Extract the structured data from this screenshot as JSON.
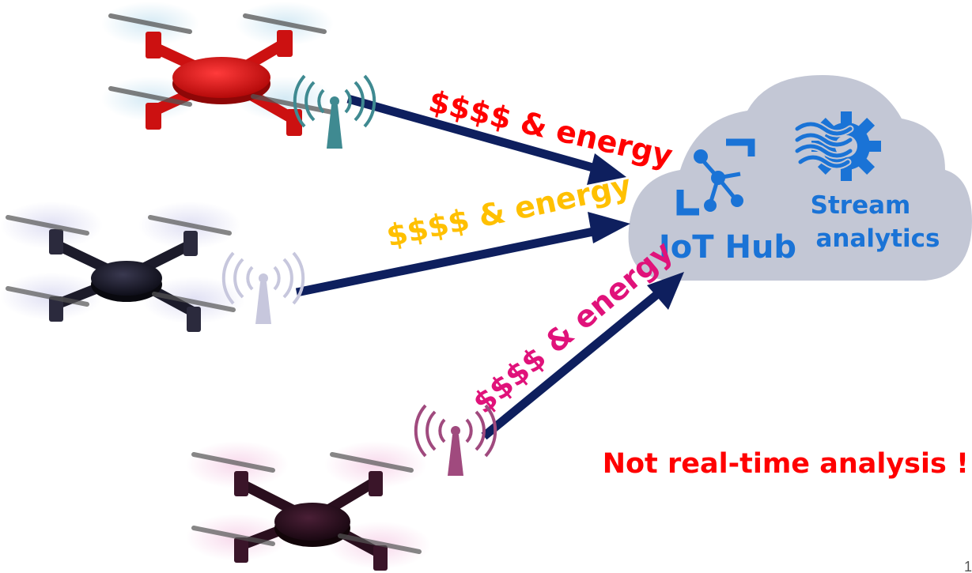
{
  "cloud": {
    "iot_hub_label": "IoT Hub",
    "stream_label_line1": "Stream",
    "stream_label_line2": "analytics",
    "text_color": "#1a73d6",
    "fill_color": "#c3c7d5"
  },
  "links": [
    {
      "id": "red",
      "label": "$$$$ & energy",
      "label_color": "#ff0000",
      "drone_color": "#cc1111",
      "tower_color": "#3f8a91",
      "glow_color": "#cfe7f3"
    },
    {
      "id": "dark",
      "label": "$$$$ & energy",
      "label_color": "#ffc000",
      "drone_color": "#1c1b2a",
      "tower_color": "#c7c7dd",
      "glow_color": "#dcdcf2"
    },
    {
      "id": "maroon",
      "label": "$$$$ & energy",
      "label_color": "#e0127a",
      "drone_color": "#2a0f1e",
      "tower_color": "#a04a7e",
      "glow_color": "#f7d6ea"
    }
  ],
  "arrow_color": "#0e1f5e",
  "warning": {
    "text": "Not real-time analysis !",
    "color": "#ff0000"
  },
  "page_number": "1",
  "icons": [
    "drone-icon",
    "antenna-icon",
    "iot-hub-icon",
    "stream-analytics-icon",
    "cloud-icon"
  ]
}
